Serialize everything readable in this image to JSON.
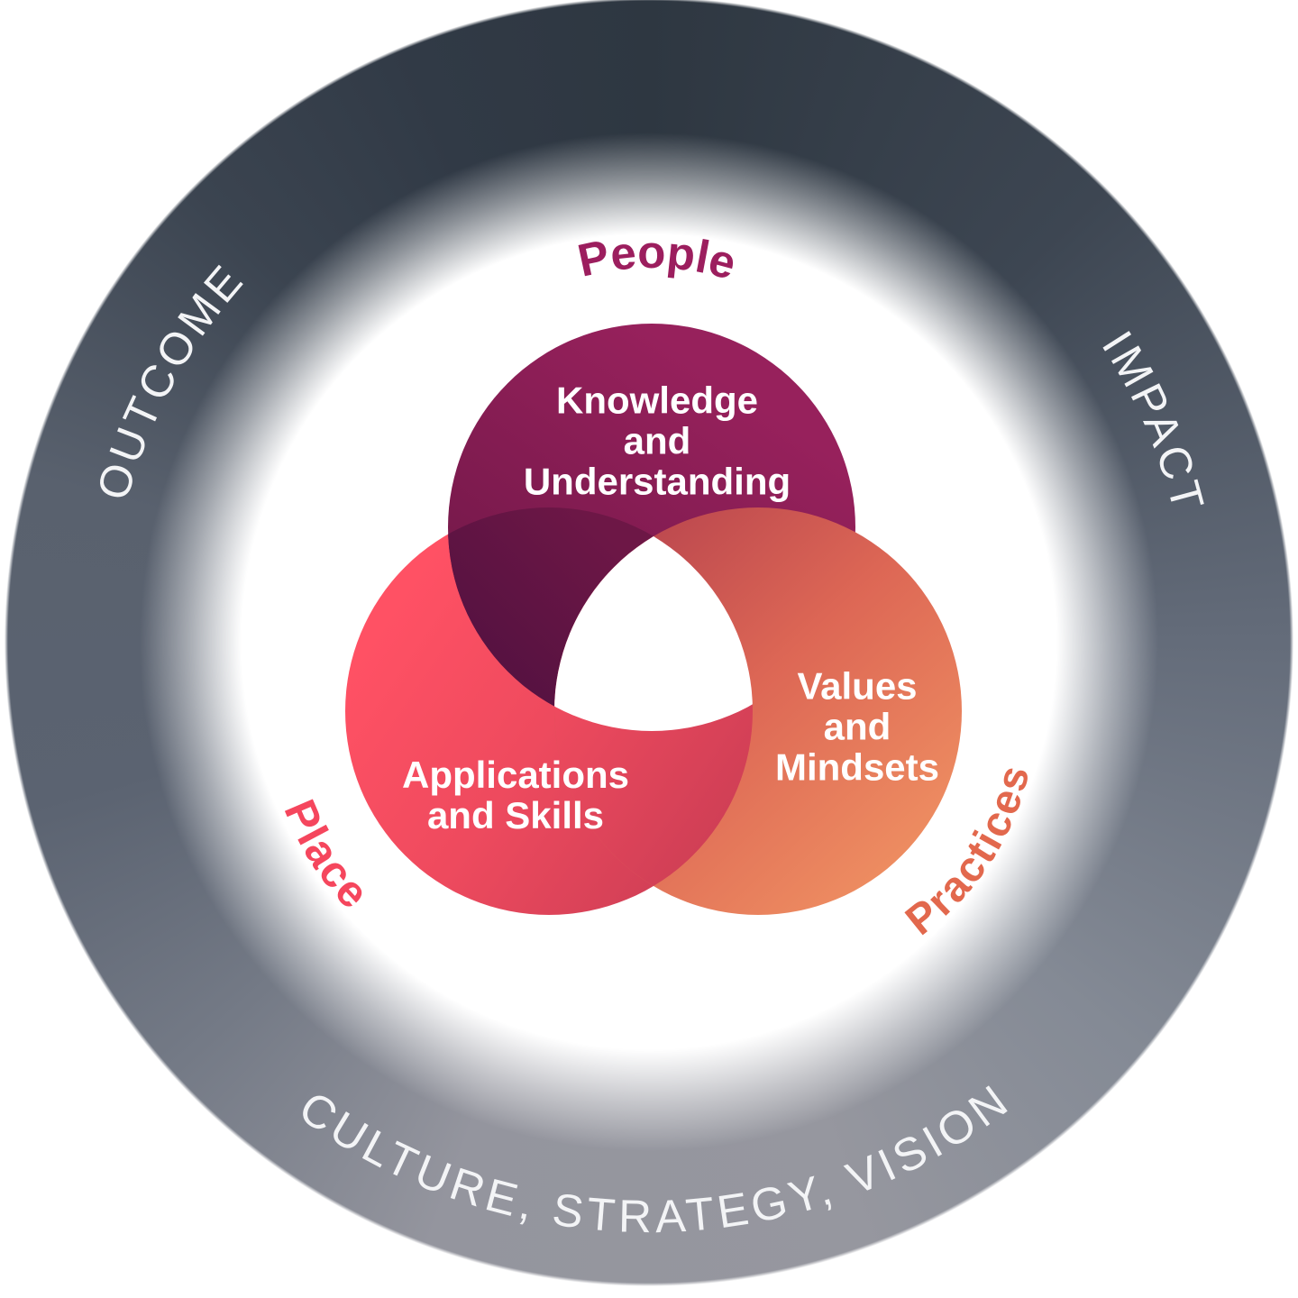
{
  "ring": {
    "labels": {
      "top_left": "OUTCOME",
      "top_right": "IMPACT",
      "bottom": "CULTURE, STRATEGY, VISION"
    },
    "text_color": "#f3f4f6",
    "palette": {
      "top": "#2e3741",
      "right": "#646c7a",
      "bottom": "#96979f",
      "left": "#59616e",
      "top_left": "#333d49"
    }
  },
  "venn": {
    "center_color": "#ffffff",
    "content_text_color": "#ffffff",
    "sets": [
      {
        "name": "People",
        "label_color": "#9c1e5e",
        "gradient": [
          "#97215c",
          "#6f1747"
        ],
        "overlap_gradient": [
          "#6d1746",
          "#521140"
        ],
        "lines": [
          "Knowledge",
          "and",
          "Understanding"
        ]
      },
      {
        "name": "Place",
        "label_color": "#f5465d",
        "gradient": [
          "#ff5164",
          "#ee4a5e",
          "#c33a52"
        ],
        "lines": [
          "Applications",
          "and Skills"
        ]
      },
      {
        "name": "Practices",
        "label_color": "#e2684d",
        "gradient": [
          "#ba464e",
          "#dd6755",
          "#ef9062"
        ],
        "lines": [
          "Values",
          "and",
          "Mindsets"
        ]
      }
    ]
  }
}
